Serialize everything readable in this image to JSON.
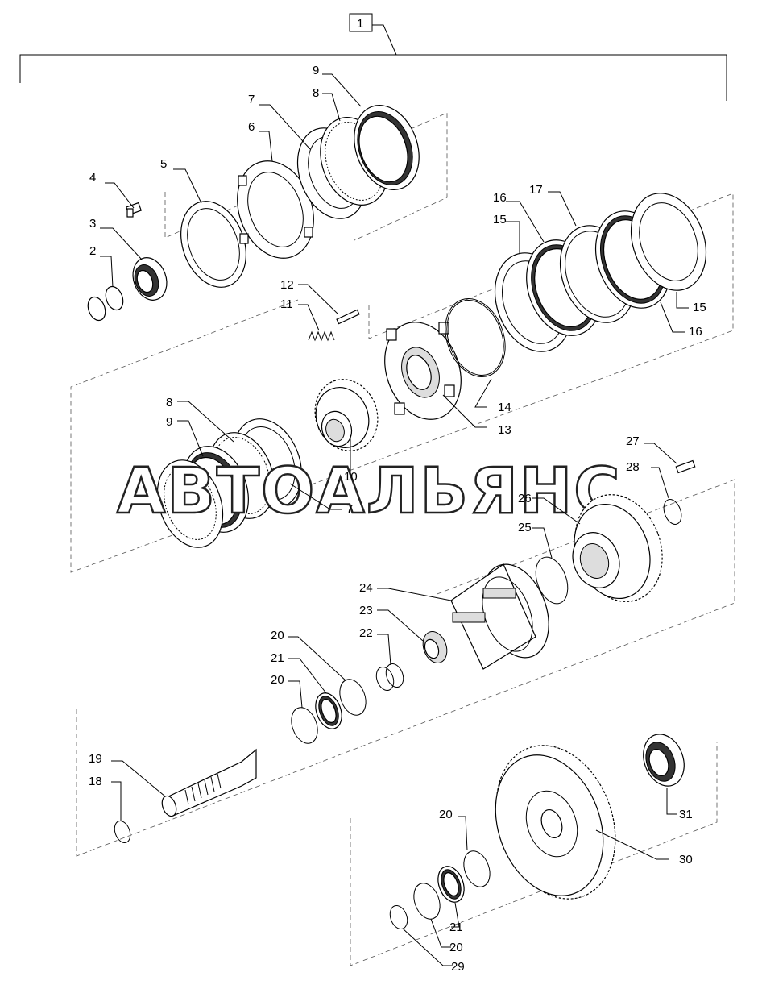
{
  "watermark": "АВТОАЛЬЯНС",
  "labels": {
    "p1": "1",
    "p2": "2",
    "p3": "3",
    "p4": "4",
    "p5": "5",
    "p6": "6",
    "p7a": "7",
    "p7b": "7",
    "p8a": "8",
    "p8b": "8",
    "p9a": "9",
    "p9b": "9",
    "p10": "10",
    "p11": "11",
    "p12": "12",
    "p13": "13",
    "p14": "14",
    "p15a": "15",
    "p15b": "15",
    "p16a": "16",
    "p16b": "16",
    "p17": "17",
    "p18": "18",
    "p19": "19",
    "p20a": "20",
    "p20b": "20",
    "p20c": "20",
    "p20d": "20",
    "p21a": "21",
    "p21b": "21",
    "p22": "22",
    "p23": "23",
    "p24": "24",
    "p25": "25",
    "p26": "26",
    "p27": "27",
    "p28": "28",
    "p29": "29",
    "p30": "30",
    "p31": "31"
  }
}
